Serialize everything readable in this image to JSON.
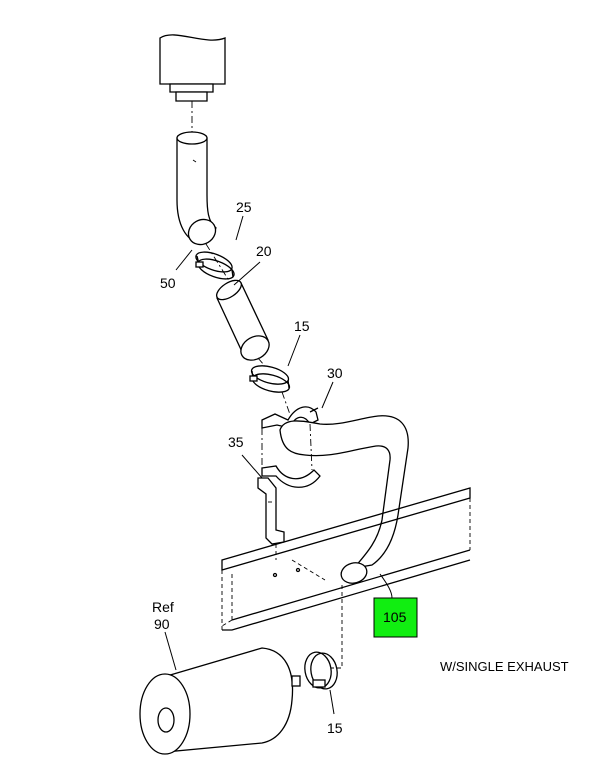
{
  "callouts": {
    "c25": "25",
    "c20": "20",
    "c50": "50",
    "c15_top": "15",
    "c30": "30",
    "c35": "35",
    "c105": "105",
    "ref_label": "Ref",
    "c90": "90",
    "c15_bottom": "15"
  },
  "caption": "W/SINGLE EXHAUST",
  "colors": {
    "highlight": "#11ee11",
    "line": "#000000",
    "background": "#ffffff"
  }
}
